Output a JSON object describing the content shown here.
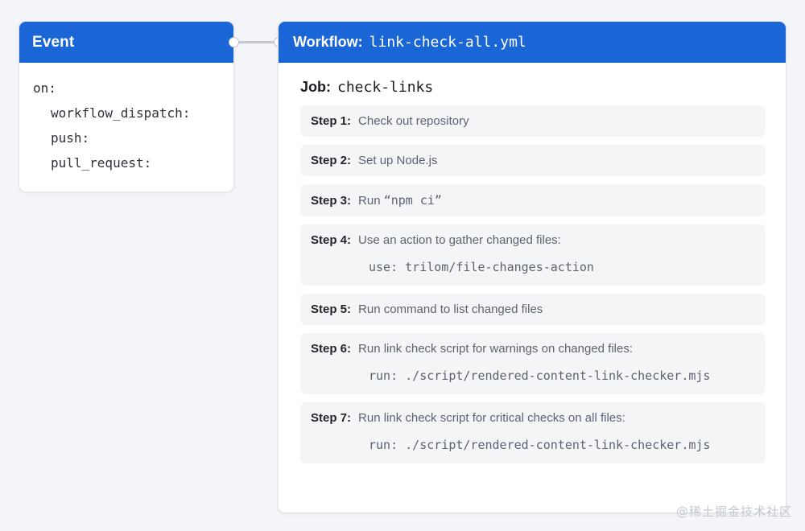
{
  "event": {
    "title": "Event",
    "lines": [
      {
        "text": "on:",
        "indent": false
      },
      {
        "text": "workflow_dispatch:",
        "indent": true
      },
      {
        "text": "push:",
        "indent": true
      },
      {
        "text": "pull_request:",
        "indent": true
      }
    ]
  },
  "workflow": {
    "label": "Workflow:",
    "file": "link-check-all.yml",
    "job_label": "Job:",
    "job_value": "check-links",
    "steps": [
      {
        "label": "Step 1:",
        "desc": "Check out repository",
        "desc_mono": "",
        "code": ""
      },
      {
        "label": "Step 2:",
        "desc": "Set up Node.js",
        "desc_mono": "",
        "code": ""
      },
      {
        "label": "Step 3:",
        "desc": "Run ",
        "desc_mono": "“npm ci”",
        "code": ""
      },
      {
        "label": "Step 4:",
        "desc": "Use an action to gather changed files:",
        "desc_mono": "",
        "code": "use: trilom/file-changes-action"
      },
      {
        "label": "Step 5:",
        "desc": "Run command to list changed files",
        "desc_mono": "",
        "code": ""
      },
      {
        "label": "Step 6:",
        "desc": "Run link check script for warnings on changed files:",
        "desc_mono": "",
        "code": "run: ./script/rendered-content-link-checker.mjs"
      },
      {
        "label": "Step 7:",
        "desc": "Run link check script for critical checks on all files:",
        "desc_mono": "",
        "code": "run: ./script/rendered-content-link-checker.mjs"
      }
    ]
  },
  "watermark": "@稀土掘金技术社区",
  "colors": {
    "header_blue": "#1b66d6",
    "page_background": "#f4f5f8",
    "step_background": "#f4f5f7",
    "connector": "#c4c8cf"
  }
}
